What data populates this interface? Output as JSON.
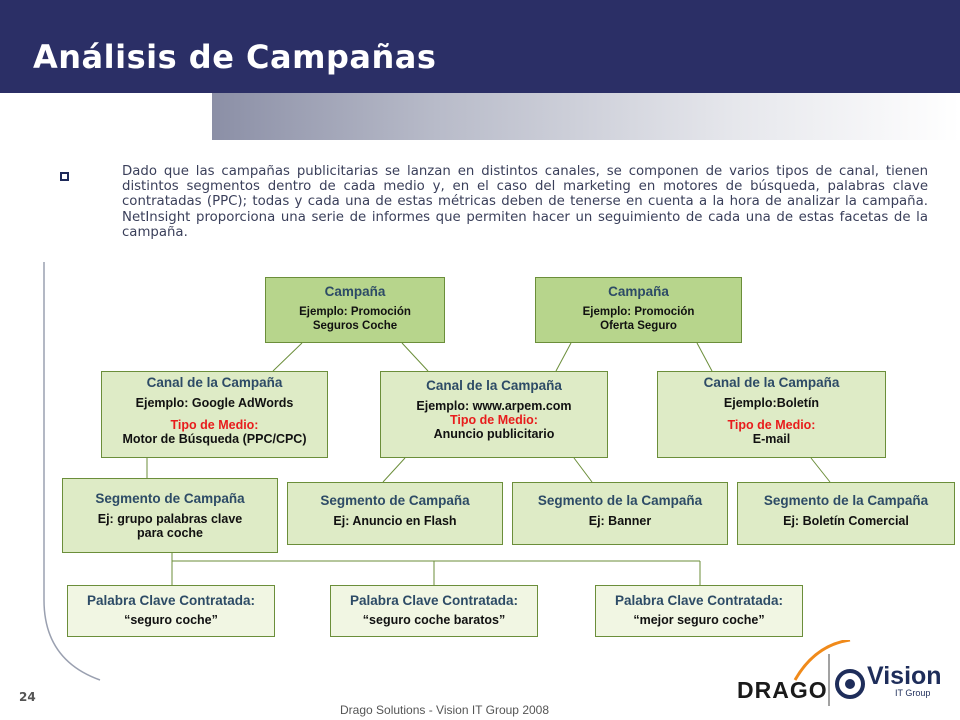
{
  "slide": {
    "title": "Análisis de Campañas",
    "bullet": "Dado que las campañas publicitarias se lanzan en distintos canales, se componen de varios  tipos de canal, tienen distintos segmentos dentro de cada medio y, en el caso del marketing en motores de búsqueda, palabras clave contratadas (PPC); todas y cada una de estas métricas deben de tenerse en cuenta a la hora de analizar la campaña. NetInsight proporciona una serie de informes que permiten hacer un seguimiento de cada una de estas facetas de la campaña.",
    "page_number": "24",
    "footer": "Drago Solutions - Vision IT Group 2008"
  },
  "logo": {
    "drago": "DRAGO",
    "vision": "Vision",
    "group": "IT Group"
  },
  "diagram": {
    "campaigns": [
      {
        "title": "Campaña",
        "line1": "Ejemplo: Promoción",
        "line2": "Seguros Coche"
      },
      {
        "title": "Campaña",
        "line1": "Ejemplo: Promoción",
        "line2": "Oferta Seguro"
      }
    ],
    "channels": [
      {
        "title": "Canal de la Campaña",
        "example": "Ejemplo: Google AdWords",
        "media_label": "Tipo de Medio:",
        "media": "Motor de Búsqueda (PPC/CPC)"
      },
      {
        "title": "Canal de la Campaña",
        "example": "Ejemplo: www.arpem.com",
        "media_label": "Tipo de Medio:",
        "media": "Anuncio publicitario"
      },
      {
        "title": "Canal de la Campaña",
        "example": "Ejemplo:Boletín",
        "media_label": "Tipo de Medio:",
        "media": "E-mail"
      }
    ],
    "segments": [
      {
        "title": "Segmento de Campaña",
        "line1": "Ej: grupo palabras clave",
        "line2": "para coche"
      },
      {
        "title": "Segmento de Campaña",
        "line1": "Ej: Anuncio en Flash"
      },
      {
        "title": "Segmento de la Campaña",
        "line1": "Ej: Banner"
      },
      {
        "title": "Segmento de la Campaña",
        "line1": "Ej: Boletín Comercial"
      }
    ],
    "keywords": [
      {
        "title": "Palabra Clave Contratada:",
        "value": "“seguro coche”"
      },
      {
        "title": "Palabra Clave Contratada:",
        "value": "“seguro coche baratos”"
      },
      {
        "title": "Palabra Clave Contratada:",
        "value": "“mejor seguro coche”"
      }
    ]
  }
}
